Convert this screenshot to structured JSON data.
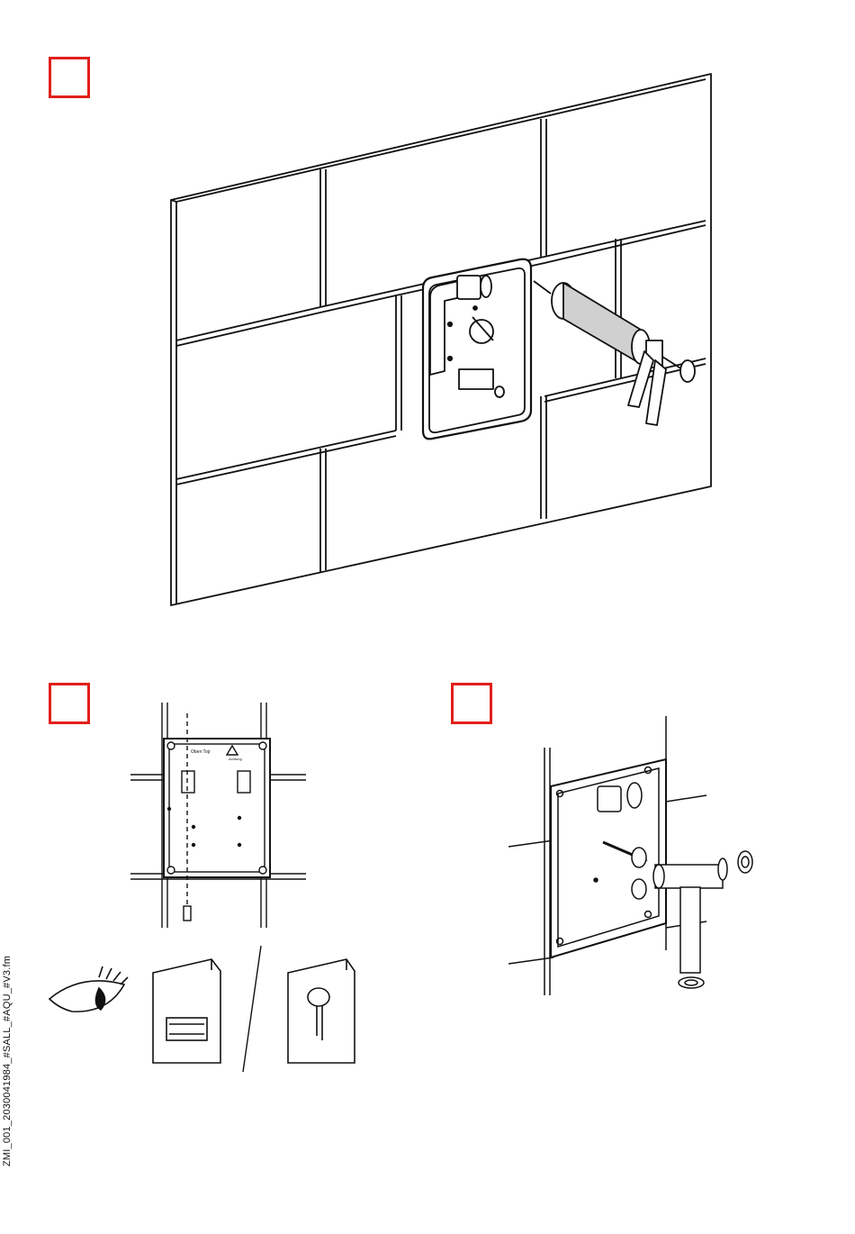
{
  "document": {
    "footer_label": "ZMI_001_2030041984_#SALL_#AQU_#V3.fm",
    "colors": {
      "step_marker": "#e0201b",
      "line": "#111111",
      "fill_gray": "#bdbdbd"
    }
  },
  "steps": [
    {
      "id": "step-1",
      "illustration": "tiled-wall-with-sealant-gun"
    },
    {
      "id": "step-2",
      "illustration": "flush-box-front-view-with-manual-reference",
      "box_labels": [
        "Oben Top",
        "Achtung"
      ]
    },
    {
      "id": "step-3",
      "illustration": "connector-pipe-assembly"
    }
  ],
  "icons": [
    "eye-icon",
    "manual-booklet-icon",
    "power-supply-icon",
    "sensor-module-icon"
  ]
}
